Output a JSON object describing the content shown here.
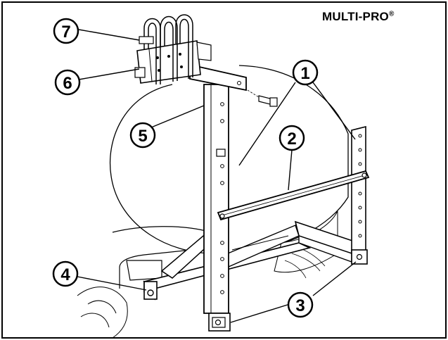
{
  "brand": {
    "name": "MULTI-PRO",
    "mark": "®"
  },
  "callouts": [
    {
      "id": "callout-1",
      "label": "1"
    },
    {
      "id": "callout-2",
      "label": "2"
    },
    {
      "id": "callout-3",
      "label": "3"
    },
    {
      "id": "callout-4",
      "label": "4"
    },
    {
      "id": "callout-5",
      "label": "5"
    },
    {
      "id": "callout-6",
      "label": "6"
    },
    {
      "id": "callout-7",
      "label": "7"
    }
  ],
  "colors": {
    "ink": "#000000",
    "paper": "#ffffff",
    "shade": "#d9d9d9"
  }
}
